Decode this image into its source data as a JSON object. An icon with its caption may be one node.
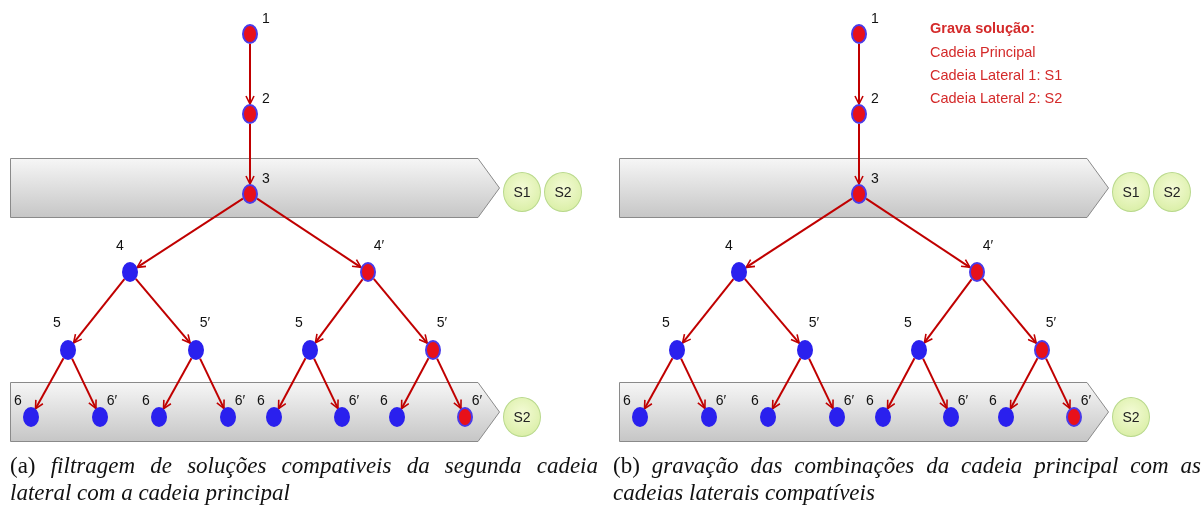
{
  "diagram": {
    "nodes": [
      {
        "text": [],
        "shape": "circle",
        "beside": [
          "1"
        ]
      },
      {
        "text": [],
        "shape": "circle",
        "beside": [
          "2"
        ]
      },
      {
        "text": [],
        "shape": "band"
      },
      {
        "text": [],
        "shape": "circle",
        "beside": [
          "3"
        ],
        "in": 2
      },
      {
        "text": [
          "S1"
        ]
      },
      {
        "text": [
          "S2"
        ]
      },
      {
        "text": [],
        "shape": "circle",
        "beside": [
          "4"
        ]
      },
      {
        "text": [],
        "shape": "circle",
        "beside": [
          "4′"
        ]
      },
      {
        "text": [],
        "shape": "circle",
        "beside": [
          "5"
        ]
      },
      {
        "text": [],
        "shape": "circle",
        "beside": [
          "5′"
        ]
      },
      {
        "text": [],
        "shape": "circle",
        "beside": [
          "5"
        ]
      },
      {
        "text": [],
        "shape": "circle",
        "beside": [
          "5′"
        ]
      },
      {
        "text": [],
        "shape": "band"
      },
      {
        "text": [],
        "shape": "circle",
        "beside": [
          "6"
        ],
        "in": 12
      },
      {
        "text": [],
        "shape": "circle",
        "beside": [
          "6′"
        ],
        "in": 12
      },
      {
        "text": [],
        "shape": "circle",
        "beside": [
          "6"
        ],
        "in": 12
      },
      {
        "text": [],
        "shape": "circle",
        "beside": [
          "6′"
        ],
        "in": 12
      },
      {
        "text": [],
        "shape": "circle",
        "beside": [
          "6"
        ],
        "in": 12
      },
      {
        "text": [],
        "shape": "circle",
        "beside": [
          "6′"
        ],
        "in": 12
      },
      {
        "text": [],
        "shape": "circle",
        "beside": [
          "6"
        ],
        "in": 12
      },
      {
        "text": [],
        "shape": "circle",
        "beside": [
          "6′"
        ],
        "in": 12
      },
      {
        "text": [
          "S2"
        ]
      },
      {
        "text": [],
        "shape": "circle",
        "beside": [
          "1"
        ]
      },
      {
        "text": [],
        "shape": "circle",
        "beside": [
          "2"
        ]
      },
      {
        "text": [],
        "shape": "band"
      },
      {
        "text": [],
        "shape": "circle",
        "beside": [
          "3"
        ],
        "in": 24
      },
      {
        "text": [
          "S1"
        ]
      },
      {
        "text": [
          "S2"
        ]
      },
      {
        "text": [],
        "shape": "circle",
        "beside": [
          "4"
        ]
      },
      {
        "text": [],
        "shape": "circle",
        "beside": [
          "4′"
        ]
      },
      {
        "text": [],
        "shape": "circle",
        "beside": [
          "5"
        ]
      },
      {
        "text": [],
        "shape": "circle",
        "beside": [
          "5′"
        ]
      },
      {
        "text": [],
        "shape": "circle",
        "beside": [
          "5"
        ]
      },
      {
        "text": [],
        "shape": "circle",
        "beside": [
          "5′"
        ]
      },
      {
        "text": [],
        "shape": "band"
      },
      {
        "text": [],
        "shape": "circle",
        "beside": [
          "6"
        ],
        "in": 34
      },
      {
        "text": [],
        "shape": "circle",
        "beside": [
          "6′"
        ],
        "in": 34
      },
      {
        "text": [],
        "shape": "circle",
        "beside": [
          "6"
        ],
        "in": 34
      },
      {
        "text": [],
        "shape": "circle",
        "beside": [
          "6′"
        ],
        "in": 34
      },
      {
        "text": [],
        "shape": "circle",
        "beside": [
          "6"
        ],
        "in": 34
      },
      {
        "text": [],
        "shape": "circle",
        "beside": [
          "6′"
        ],
        "in": 34
      },
      {
        "text": [],
        "shape": "circle",
        "beside": [
          "6"
        ],
        "in": 34
      },
      {
        "text": [],
        "shape": "circle",
        "beside": [
          "6′"
        ],
        "in": 34
      },
      {
        "text": [
          "S2"
        ]
      }
    ],
    "edges": [
      {
        "from": 0,
        "to": 1,
        "arrow": "to"
      },
      {
        "from": 1,
        "to": 3,
        "arrow": "to"
      },
      {
        "from": 3,
        "to": 6,
        "arrow": "to"
      },
      {
        "from": 3,
        "to": 7,
        "arrow": "to"
      },
      {
        "from": 6,
        "to": 8,
        "arrow": "to"
      },
      {
        "from": 6,
        "to": 9,
        "arrow": "to"
      },
      {
        "from": 7,
        "to": 10,
        "arrow": "to"
      },
      {
        "from": 7,
        "to": 11,
        "arrow": "to"
      },
      {
        "from": 8,
        "to": 13,
        "arrow": "to"
      },
      {
        "from": 8,
        "to": 14,
        "arrow": "to"
      },
      {
        "from": 9,
        "to": 15,
        "arrow": "to"
      },
      {
        "from": 9,
        "to": 16,
        "arrow": "to"
      },
      {
        "from": 10,
        "to": 17,
        "arrow": "to"
      },
      {
        "from": 10,
        "to": 18,
        "arrow": "to"
      },
      {
        "from": 11,
        "to": 19,
        "arrow": "to"
      },
      {
        "from": 11,
        "to": 20,
        "arrow": "to"
      },
      {
        "from": 22,
        "to": 23,
        "arrow": "to"
      },
      {
        "from": 23,
        "to": 25,
        "arrow": "to"
      },
      {
        "from": 25,
        "to": 28,
        "arrow": "to"
      },
      {
        "from": 25,
        "to": 29,
        "arrow": "to"
      },
      {
        "from": 28,
        "to": 30,
        "arrow": "to"
      },
      {
        "from": 28,
        "to": 31,
        "arrow": "to"
      },
      {
        "from": 29,
        "to": 32,
        "arrow": "to"
      },
      {
        "from": 29,
        "to": 33,
        "arrow": "to"
      },
      {
        "from": 30,
        "to": 35,
        "arrow": "to"
      },
      {
        "from": 30,
        "to": 36,
        "arrow": "to"
      },
      {
        "from": 31,
        "to": 37,
        "arrow": "to"
      },
      {
        "from": 31,
        "to": 38,
        "arrow": "to"
      },
      {
        "from": 32,
        "to": 39,
        "arrow": "to"
      },
      {
        "from": 32,
        "to": 40,
        "arrow": "to"
      },
      {
        "from": 33,
        "to": 41,
        "arrow": "to"
      },
      {
        "from": 33,
        "to": 42,
        "arrow": "to"
      }
    ],
    "labels": [
      "Grava solução:",
      "Cadeia Principal",
      "Cadeia Lateral 1: S1",
      "Cadeia Lateral 2: S2",
      "(a) *filtragem de soluções compativeis da segunda cadeia lateral com a cadeia principal*",
      "(b) *gravação das combinações da cadeia principal com as cadeias laterais compatíveis*"
    ]
  }
}
